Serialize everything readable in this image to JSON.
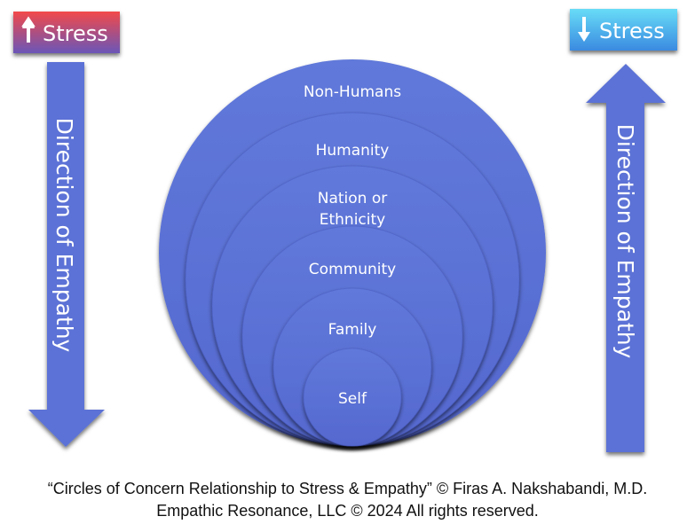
{
  "left_badge": {
    "label": "Stress",
    "arrow": "up-arrow-icon"
  },
  "right_badge": {
    "label": "Stress",
    "arrow": "down-arrow-icon"
  },
  "left_arrow": {
    "label": "Direction of Empathy",
    "direction": "down"
  },
  "right_arrow": {
    "label": "Direction of Empathy",
    "direction": "up"
  },
  "circles": [
    {
      "label": "Non-Humans"
    },
    {
      "label": "Humanity"
    },
    {
      "label_line1": "Nation or",
      "label_line2": "Ethnicity"
    },
    {
      "label": "Community"
    },
    {
      "label": "Family"
    },
    {
      "label": "Self"
    }
  ],
  "footer": {
    "line1": "“Circles of Concern Relationship to Stress & Empathy” © Firas A. Nakshabandi, M.D.",
    "line2": "Empathic Resonance, LLC © 2024 All rights reserved."
  },
  "colors": {
    "circle": "#5b72d6",
    "arrow": "#5b72d6",
    "up_stress_top": "#f24a4a",
    "up_stress_bottom": "#6a55b8",
    "down_stress_top": "#62d8f5",
    "down_stress_bottom": "#3c8fe0"
  }
}
